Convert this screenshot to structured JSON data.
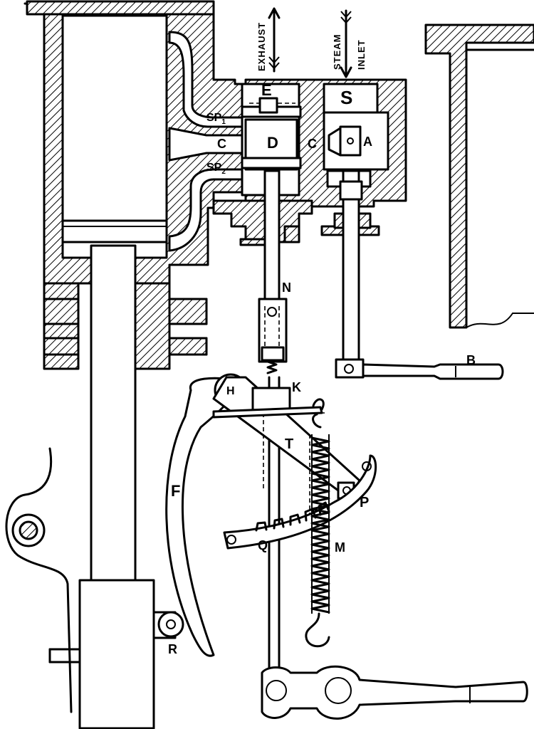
{
  "labels": {
    "exhaust": "EXHAUST",
    "steam": "STEAM",
    "inlet": "INLET",
    "E": "E",
    "S": "S",
    "SP1": "SP",
    "SP1_sub": "1",
    "SP2": "SP",
    "SP2_sub": "2",
    "C_left": "C",
    "C_right": "C",
    "D": "D",
    "A": "A",
    "N": "N",
    "B": "B",
    "H": "H",
    "K": "K",
    "T": "T",
    "F": "F",
    "P": "P",
    "Q": "Q",
    "M": "M",
    "R": "R"
  }
}
